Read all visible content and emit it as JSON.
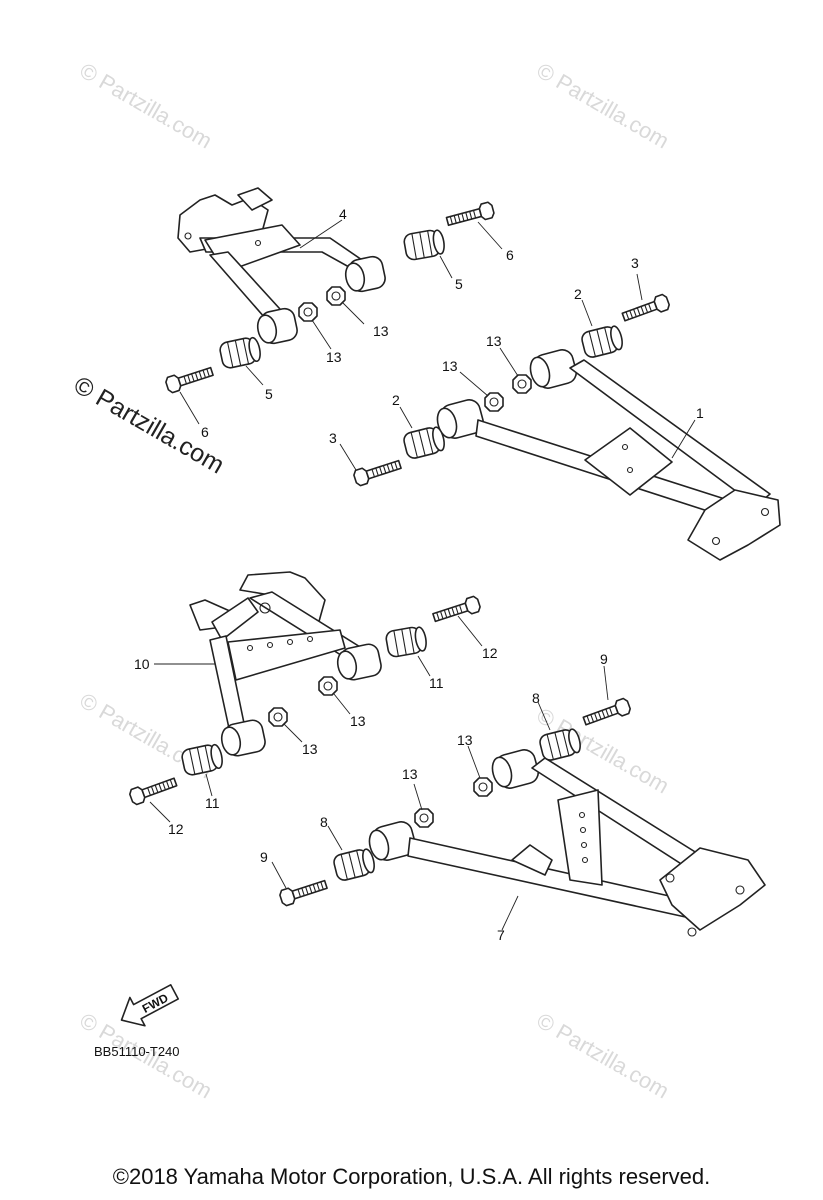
{
  "watermark": {
    "text": "© Partzilla.com",
    "prominent_text": "© Partzilla.com"
  },
  "callouts": {
    "c1": "1",
    "c2a": "2",
    "c2b": "2",
    "c3a": "3",
    "c3b": "3",
    "c4": "4",
    "c5a": "5",
    "c5b": "5",
    "c6a": "6",
    "c6b": "6",
    "c7": "7",
    "c8a": "8",
    "c8b": "8",
    "c9a": "9",
    "c9b": "9",
    "c10": "10",
    "c11a": "11",
    "c11b": "11",
    "c12a": "12",
    "c12b": "12",
    "c13a": "13",
    "c13b": "13",
    "c13c": "13",
    "c13d": "13",
    "c13e": "13",
    "c13f": "13",
    "c13g": "13",
    "c13h": "13"
  },
  "fwd_arrow": {
    "label": "FWD"
  },
  "diagram_code": "BB51110-T240",
  "copyright": "©2018  Yamaha Motor Corporation, U.S.A. All rights reserved."
}
